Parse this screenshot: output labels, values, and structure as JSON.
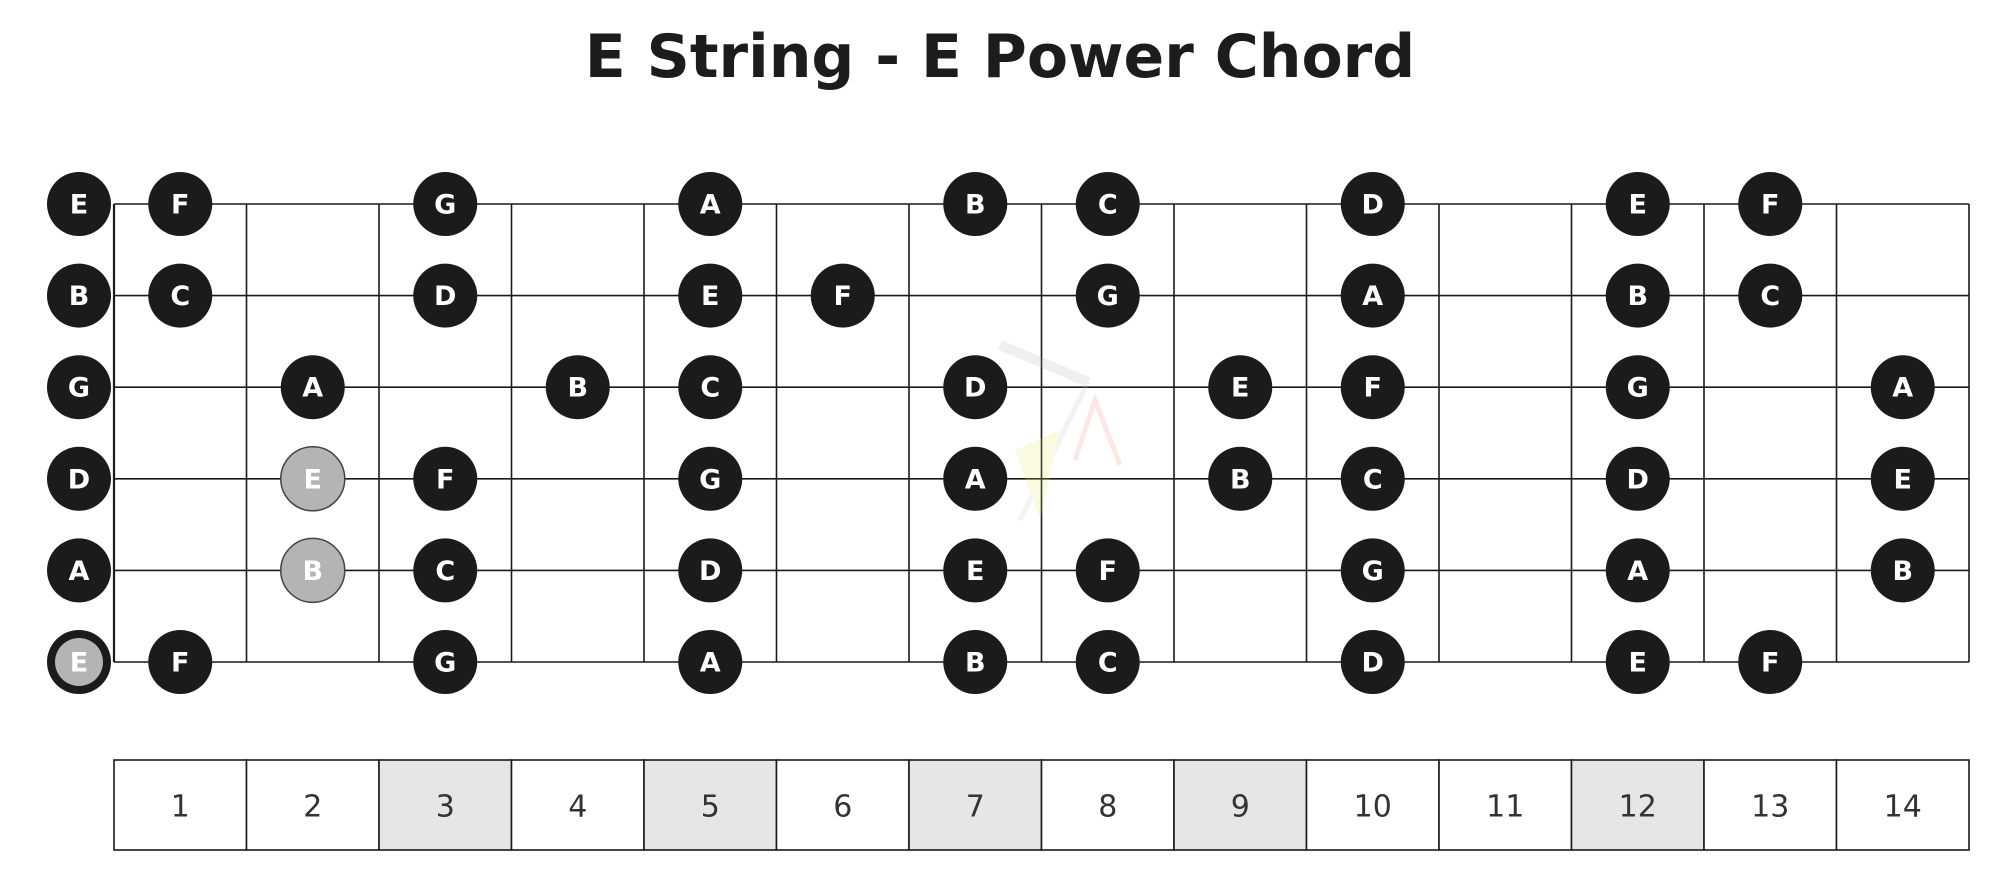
{
  "title": "E String - E Power Chord",
  "colors": {
    "note_fill": "#1b1b1b",
    "note_text": "#ffffff",
    "chord_fill": "#b4b4b4",
    "chord_stroke": "#444444",
    "line": "#1a1a1a",
    "inlay_cell": "#e6e6e6"
  },
  "fretboard": {
    "strings_top_to_bottom": [
      "E",
      "B",
      "G",
      "D",
      "A",
      "E"
    ],
    "fret_count": 14,
    "fret_numbers": [
      "1",
      "2",
      "3",
      "4",
      "5",
      "6",
      "7",
      "8",
      "9",
      "10",
      "11",
      "12",
      "13",
      "14"
    ],
    "marked_frets": [
      3,
      5,
      7,
      9,
      12
    ],
    "notes": [
      {
        "string": 0,
        "fret": 0,
        "label": "E"
      },
      {
        "string": 0,
        "fret": 1,
        "label": "F"
      },
      {
        "string": 0,
        "fret": 3,
        "label": "G"
      },
      {
        "string": 0,
        "fret": 5,
        "label": "A"
      },
      {
        "string": 0,
        "fret": 7,
        "label": "B"
      },
      {
        "string": 0,
        "fret": 8,
        "label": "C"
      },
      {
        "string": 0,
        "fret": 10,
        "label": "D"
      },
      {
        "string": 0,
        "fret": 12,
        "label": "E"
      },
      {
        "string": 0,
        "fret": 13,
        "label": "F"
      },
      {
        "string": 1,
        "fret": 0,
        "label": "B"
      },
      {
        "string": 1,
        "fret": 1,
        "label": "C"
      },
      {
        "string": 1,
        "fret": 3,
        "label": "D"
      },
      {
        "string": 1,
        "fret": 5,
        "label": "E"
      },
      {
        "string": 1,
        "fret": 6,
        "label": "F"
      },
      {
        "string": 1,
        "fret": 8,
        "label": "G"
      },
      {
        "string": 1,
        "fret": 10,
        "label": "A"
      },
      {
        "string": 1,
        "fret": 12,
        "label": "B"
      },
      {
        "string": 1,
        "fret": 13,
        "label": "C"
      },
      {
        "string": 2,
        "fret": 0,
        "label": "G"
      },
      {
        "string": 2,
        "fret": 2,
        "label": "A"
      },
      {
        "string": 2,
        "fret": 4,
        "label": "B"
      },
      {
        "string": 2,
        "fret": 5,
        "label": "C"
      },
      {
        "string": 2,
        "fret": 7,
        "label": "D"
      },
      {
        "string": 2,
        "fret": 9,
        "label": "E"
      },
      {
        "string": 2,
        "fret": 10,
        "label": "F"
      },
      {
        "string": 2,
        "fret": 12,
        "label": "G"
      },
      {
        "string": 2,
        "fret": 14,
        "label": "A"
      },
      {
        "string": 3,
        "fret": 0,
        "label": "D"
      },
      {
        "string": 3,
        "fret": 2,
        "label": "E",
        "chord": true
      },
      {
        "string": 3,
        "fret": 3,
        "label": "F"
      },
      {
        "string": 3,
        "fret": 5,
        "label": "G"
      },
      {
        "string": 3,
        "fret": 7,
        "label": "A"
      },
      {
        "string": 3,
        "fret": 9,
        "label": "B"
      },
      {
        "string": 3,
        "fret": 10,
        "label": "C"
      },
      {
        "string": 3,
        "fret": 12,
        "label": "D"
      },
      {
        "string": 3,
        "fret": 14,
        "label": "E"
      },
      {
        "string": 4,
        "fret": 0,
        "label": "A"
      },
      {
        "string": 4,
        "fret": 2,
        "label": "B",
        "chord": true
      },
      {
        "string": 4,
        "fret": 3,
        "label": "C"
      },
      {
        "string": 4,
        "fret": 5,
        "label": "D"
      },
      {
        "string": 4,
        "fret": 7,
        "label": "E"
      },
      {
        "string": 4,
        "fret": 8,
        "label": "F"
      },
      {
        "string": 4,
        "fret": 10,
        "label": "G"
      },
      {
        "string": 4,
        "fret": 12,
        "label": "A"
      },
      {
        "string": 4,
        "fret": 14,
        "label": "B"
      },
      {
        "string": 5,
        "fret": 0,
        "label": "E",
        "chord": true,
        "open": true
      },
      {
        "string": 5,
        "fret": 1,
        "label": "F"
      },
      {
        "string": 5,
        "fret": 3,
        "label": "G"
      },
      {
        "string": 5,
        "fret": 5,
        "label": "A"
      },
      {
        "string": 5,
        "fret": 7,
        "label": "B"
      },
      {
        "string": 5,
        "fret": 8,
        "label": "C"
      },
      {
        "string": 5,
        "fret": 10,
        "label": "D"
      },
      {
        "string": 5,
        "fret": 12,
        "label": "E"
      },
      {
        "string": 5,
        "fret": 13,
        "label": "F"
      }
    ]
  }
}
